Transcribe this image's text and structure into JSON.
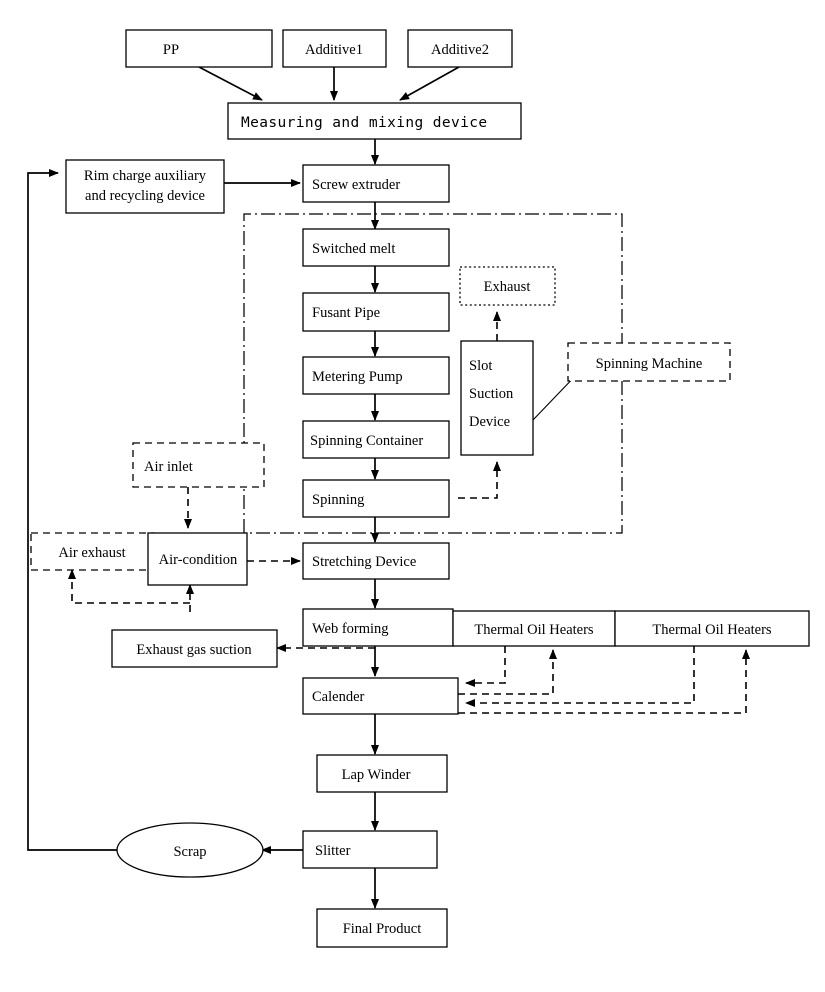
{
  "diagram": {
    "title": "Polypropylene spunbond nonwoven production line flowchart",
    "type": "process-flowchart",
    "colors": {
      "line": "#000000",
      "fill": "#ffffff",
      "background": "#ffffff"
    }
  },
  "nodes": {
    "pp": "PP",
    "additive1": "Additive1",
    "additive2": "Additive2",
    "measuring": "Measuring and mixing device",
    "rim_charge_line1": "Rim charge auxiliary",
    "rim_charge_line2": "and recycling device",
    "screw_extruder": "Screw extruder",
    "switched_melt": "Switched      melt",
    "fusant_pipe": "Fusant Pipe",
    "metering_pump": "Metering Pump",
    "spinning_container": "Spinning Container",
    "spinning": "Spinning",
    "exhaust": "Exhaust",
    "slot_suction_l1": "Slot",
    "slot_suction_l2": "Suction",
    "slot_suction_l3": "Device",
    "spinning_machine": "Spinning Machine",
    "air_inlet": "Air inlet",
    "air_exhaust": "Air exhaust",
    "air_condition": "Air-condition",
    "stretching_device": "Stretching Device",
    "web_forming": "Web         forming",
    "thermal_oil_heaters_1": "Thermal  Oil  Heaters",
    "thermal_oil_heaters_2": "Thermal      Oil      Heaters",
    "exhaust_gas_suction": "Exhaust  gas  suction",
    "calender": "Calender",
    "lap_winder": "Lap Winder",
    "slitter": "Slitter",
    "scrap": "Scrap",
    "final_product": "Final Product"
  },
  "flow_sequence": [
    "PP",
    "Additive1",
    "Additive2",
    "Measuring and mixing device",
    "Screw extruder",
    "Switched melt",
    "Fusant Pipe",
    "Metering Pump",
    "Spinning Container",
    "Spinning",
    "Stretching Device",
    "Web forming",
    "Calender",
    "Lap Winder",
    "Slitter",
    "Final Product"
  ],
  "groups": [
    {
      "label": "Spinning Machine",
      "style": "dash-dot enclosure"
    }
  ],
  "feedback_loops": [
    {
      "from": "Slitter",
      "to": "Scrap"
    },
    {
      "from": "Scrap",
      "to": "Rim charge auxiliary and recycling device"
    },
    {
      "from": "Rim charge auxiliary and recycling device",
      "to": "Screw extruder"
    }
  ]
}
